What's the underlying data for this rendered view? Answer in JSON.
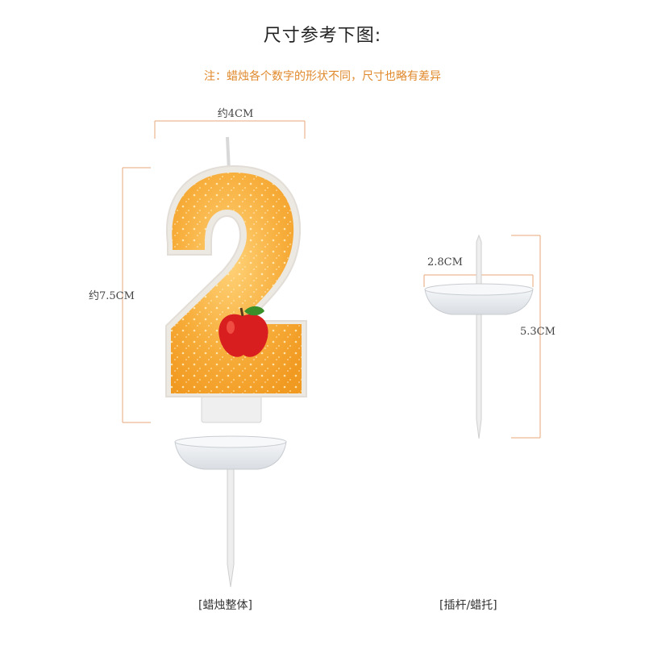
{
  "title": "尺寸参考下图:",
  "note": "注：蜡烛各个数字的形状不同，尺寸也略有差异",
  "candle": {
    "digit": "2",
    "width_label": "约4CM",
    "height_label": "约7.5CM",
    "caption": "[蜡烛整体]",
    "colors": {
      "glitter": "#f5a623",
      "glitter_light": "#ffc85a",
      "apple": "#d81e1e",
      "leaf": "#3a8f2a"
    }
  },
  "holder": {
    "width_label": "2.8CM",
    "height_label": "5.3CM",
    "caption": "[插杆/蜡托]"
  },
  "colors": {
    "dimension_line": "#e8a77a",
    "note_text": "#e0892c"
  }
}
